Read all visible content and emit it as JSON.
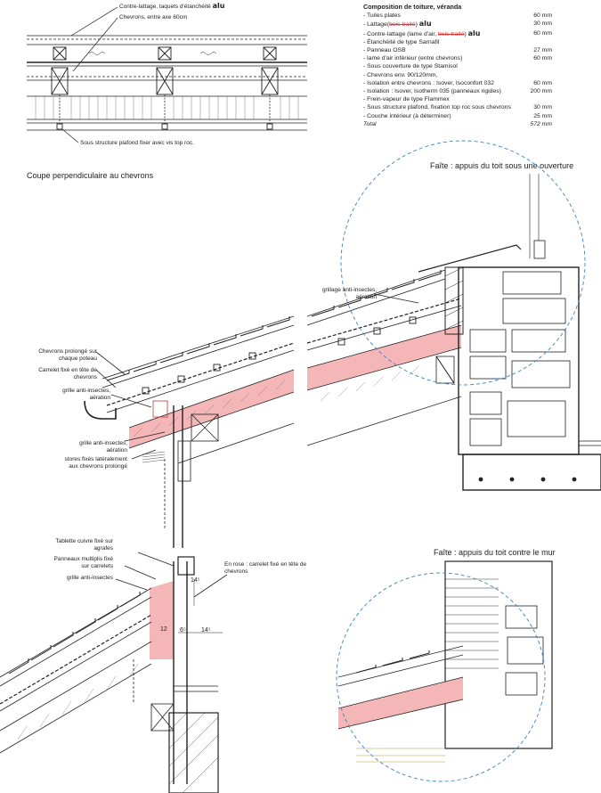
{
  "top_section": {
    "label_counterbatten": "Contre-lattage, taquets d'étanchéité",
    "label_counterbatten_hand": "alu",
    "label_rafters": "Chevrons, entre axe 60cm",
    "label_substructure": "Sous structure plafond fixer avec vis top roc."
  },
  "composition": {
    "heading": "Composition de toiture, véranda",
    "layers": [
      {
        "name": "- Tuiles plates",
        "value": "60 mm"
      },
      {
        "name_pre": "- Lattage(",
        "struck": "bois traité",
        "name_post": ")",
        "hand": "alu",
        "value": "30 mm"
      },
      {
        "name_pre": "- Contre-lattage (lame d'air, ",
        "struck": "bois traité",
        "name_post": ")",
        "hand": "alu",
        "value": "60 mm"
      },
      {
        "name": "- Étanchéité de type Sarnafil",
        "value": ""
      },
      {
        "name": "- Panneau OSB",
        "value": "27 mm"
      },
      {
        "name": "- lame d'air inférieur (entre chevrons)",
        "value": "60 mm"
      },
      {
        "name": "- Sous couverture de type Stamisol",
        "value": ""
      },
      {
        "name": "- Chevrons env. 90/120mm,",
        "value": ""
      },
      {
        "name": "- Isolation entre chevrons : Isover, Isoconfort 032",
        "value": "60 mm"
      },
      {
        "name": "- Isolation : Isover, Isotherm 035 (panneaux rigides)",
        "value": "200 mm"
      },
      {
        "name": "- Frein-vapeur de type Flammex",
        "value": ""
      },
      {
        "name": "- Sous structure plafond, fixation top roc sous chevrons",
        "value": "30 mm"
      },
      {
        "name": "- Couche intérieur (à déterminer)",
        "value": "25 mm"
      }
    ],
    "total_label": "Total",
    "total_value": "572 mm"
  },
  "middle_section": {
    "title": "Coupe perpendiculaire au chevrons",
    "ridge_title": "Faîte : appuis du toit sous une ouverture",
    "labels": {
      "rafters_extended": "Chevrons prolongé sur\nchaque poteau",
      "tile_end": "Carrelet fixé en tête de\nchevrons",
      "insect_grille_1": "grille anti-insectes,\naération",
      "insect_grille_2": "grille anti-insectes,\naération",
      "blinds": "stores fixés latéralement\naux chevrons prolongé",
      "insect_mesh_ridge": "grillage anti-insectes,\naération"
    }
  },
  "bottom_section": {
    "ridge_title": "Faîte : appuis du toit contre le mur",
    "labels": {
      "copper_sill": "Tablette cuivre fixé sur\nagrafes",
      "plywood_panels": "Panneaux multiplis fixé\nsur carrelets",
      "insect_grille": "grille anti-insectes",
      "pink_note": "En rose : carrelet fixé en tête de\nchevrons"
    },
    "dimensions": {
      "d12": "12",
      "d6": "6⁵",
      "d14a": "14⁵",
      "d14b": "14⁵"
    }
  },
  "colors": {
    "pink": "#f4b6b6",
    "blue_dash": "#3b82c4",
    "line": "#222222"
  }
}
